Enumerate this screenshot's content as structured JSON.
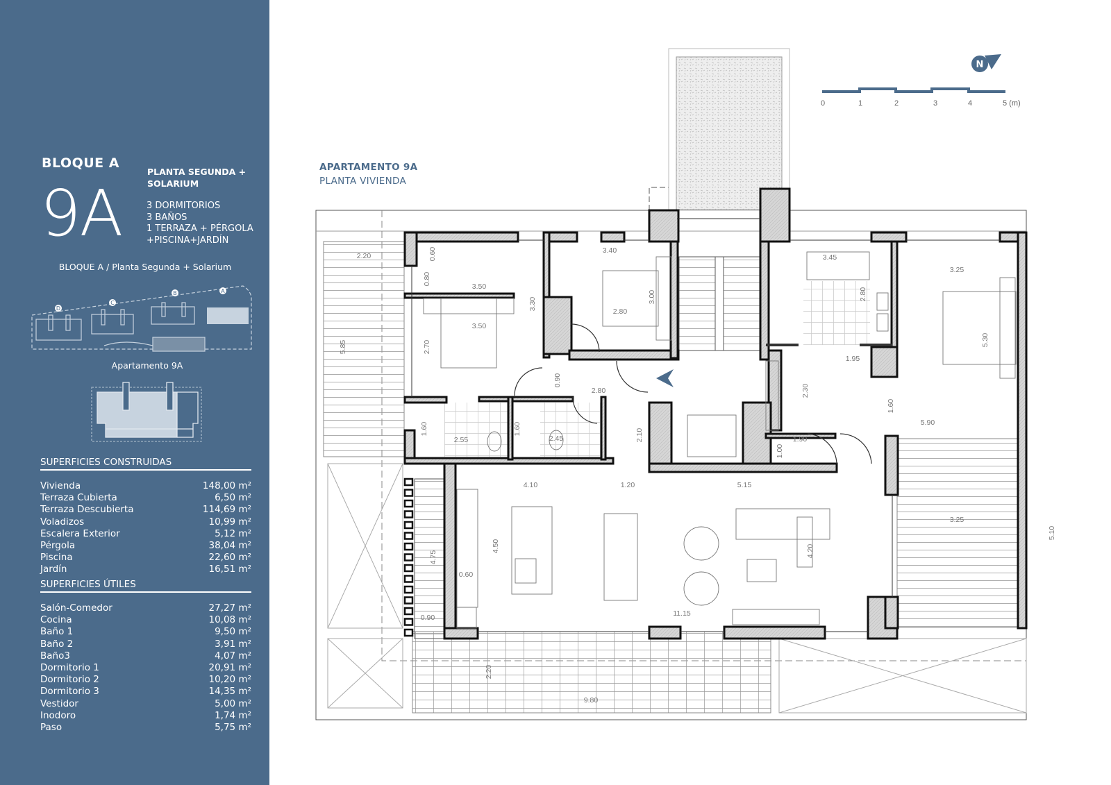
{
  "sidebar": {
    "block_title": "BLOQUE A",
    "unit_number": "9A",
    "floor_name": "PLANTA SEGUNDA + SOLARIUM",
    "features": [
      "3 DORMITORIOS",
      "3 BAÑOS",
      "1 TERRAZA + PÉRGOLA",
      "+PISCINA+JARDÍN"
    ],
    "key_plan_caption": "BLOQUE A / Planta Segunda + Solarium",
    "key_plan_blocks": [
      "D",
      "C",
      "B",
      "A"
    ],
    "apartment_caption": "Apartamento 9A",
    "built_areas": {
      "title": "SUPERFICIES CONSTRUIDAS",
      "rows": [
        {
          "label": "Vivienda",
          "value": "148,00 m²"
        },
        {
          "label": "Terraza Cubierta",
          "value": "6,50 m²"
        },
        {
          "label": "Terraza Descubierta",
          "value": "114,69 m²"
        },
        {
          "label": "Voladizos",
          "value": "10,99 m²"
        },
        {
          "label": "Escalera Exterior",
          "value": "5,12 m²"
        },
        {
          "label": "Pérgola",
          "value": "38,04 m²"
        },
        {
          "label": "Piscina",
          "value": "22,60 m²"
        },
        {
          "label": "Jardín",
          "value": "16,51 m²"
        }
      ]
    },
    "useful_areas": {
      "title": "SUPERFICIES ÚTILES",
      "rows": [
        {
          "label": "Salón-Comedor",
          "value": "27,27 m²"
        },
        {
          "label": "Cocina",
          "value": "10,08 m²"
        },
        {
          "label": "Baño 1",
          "value": "9,50 m²"
        },
        {
          "label": "Baño 2",
          "value": "3,91 m²"
        },
        {
          "label": "Baño3",
          "value": "4,07 m²"
        },
        {
          "label": "Dormitorio 1",
          "value": "20,91 m²"
        },
        {
          "label": "Dormitorio 2",
          "value": "10,20 m²"
        },
        {
          "label": "Dormitorio 3",
          "value": "14,35 m²"
        },
        {
          "label": "Vestidor",
          "value": "5,00 m²"
        },
        {
          "label": "Inodoro",
          "value": "1,74 m²"
        },
        {
          "label": "Paso",
          "value": "5,75 m²"
        }
      ]
    }
  },
  "plan": {
    "title": "APARTAMENTO 9A",
    "subtitle": "PLANTA VIVIENDA",
    "north_label": "N",
    "scale_ticks": [
      "0",
      "1",
      "2",
      "3",
      "4",
      "5 (m)"
    ],
    "dimensions": [
      "2.20",
      "0.60",
      "0.80",
      "3.50",
      "3.50",
      "2.70",
      "3.30",
      "3.40",
      "2.80",
      "3.00",
      "5.85",
      "0.90",
      "2.80",
      "1.60",
      "2.55",
      "1.60",
      "2.45",
      "2.10",
      "3.45",
      "2.80",
      "1.95",
      "3.25",
      "5.30",
      "2.30",
      "1.60",
      "5.90",
      "1.90",
      "1.00",
      "4.10",
      "1.20",
      "5.15",
      "4.50",
      "4.20",
      "11.15",
      "3.25",
      "5.10",
      "4.75",
      "0.60",
      "0.90",
      "2.20",
      "9.80"
    ]
  },
  "colors": {
    "panel": "#4b6b8b",
    "accent": "#4b6b8b",
    "wall_fill": "#d9d9d9"
  }
}
